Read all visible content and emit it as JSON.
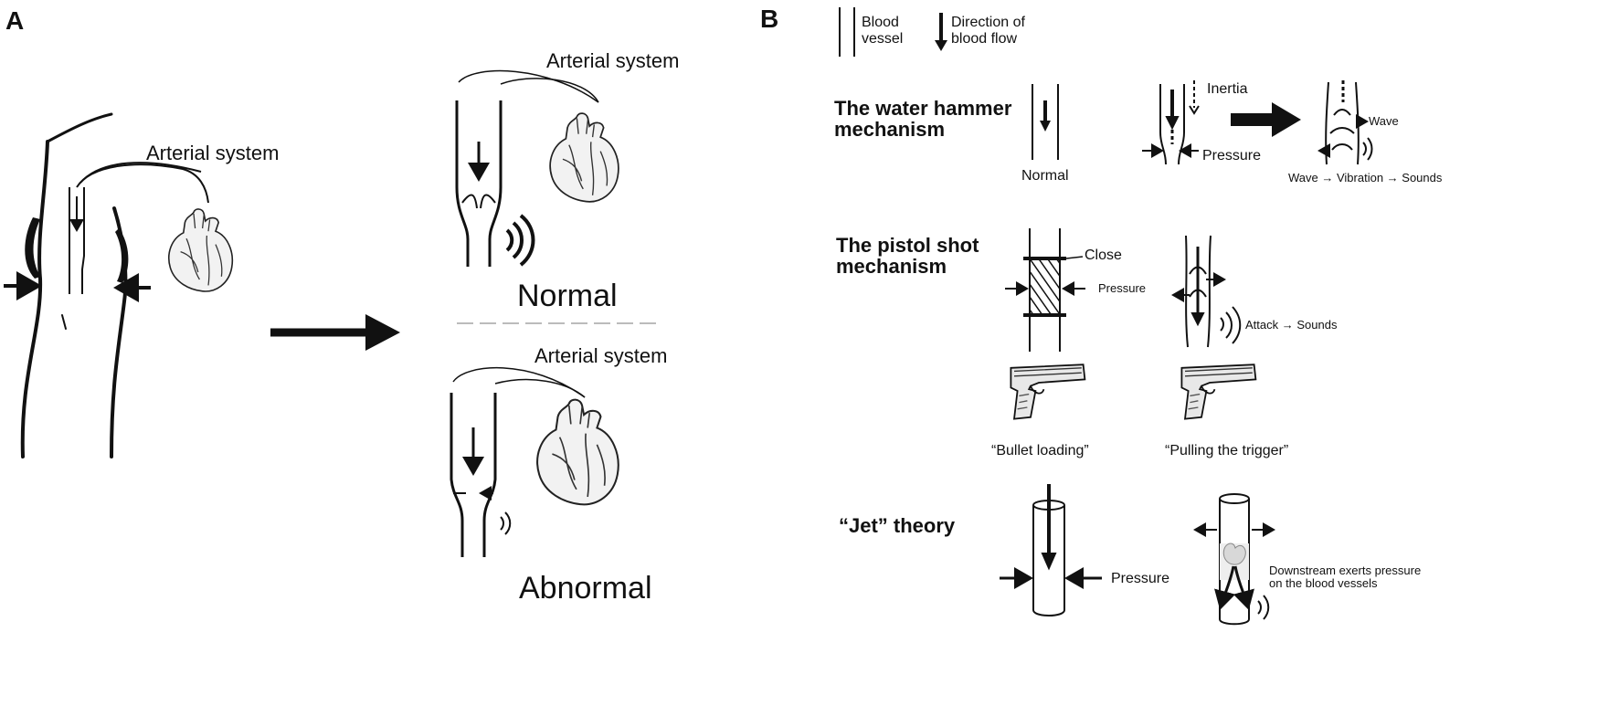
{
  "panelA": {
    "letter": "A",
    "arterial_left": "Arterial system",
    "arterial_normal": "Arterial system",
    "arterial_abnormal": "Arterial system",
    "normal": "Normal",
    "abnormal": "Abnormal"
  },
  "panelB": {
    "letter": "B",
    "legend": {
      "vessel_line1": "Blood",
      "vessel_line2": "vessel",
      "flow_line1": "Direction of",
      "flow_line2": "blood flow"
    },
    "water_hammer": {
      "title_line1": "The water hammer",
      "title_line2": "mechanism",
      "normal": "Normal",
      "inertia": "Inertia",
      "pressure": "Pressure",
      "wave": "Wave",
      "chain": "Wave → Vibration → Sounds"
    },
    "pistol_shot": {
      "title_line1": "The pistol shot",
      "title_line2": "mechanism",
      "close": "Close",
      "pressure": "Pressure",
      "attack": "Attack → Sounds",
      "bullet": "“Bullet loading”",
      "trigger": "“Pulling the trigger”"
    },
    "jet": {
      "title": "“Jet” theory",
      "pressure": "Pressure",
      "downstream_line1": "Downstream exerts pressure",
      "downstream_line2": "on the blood vessels"
    }
  }
}
